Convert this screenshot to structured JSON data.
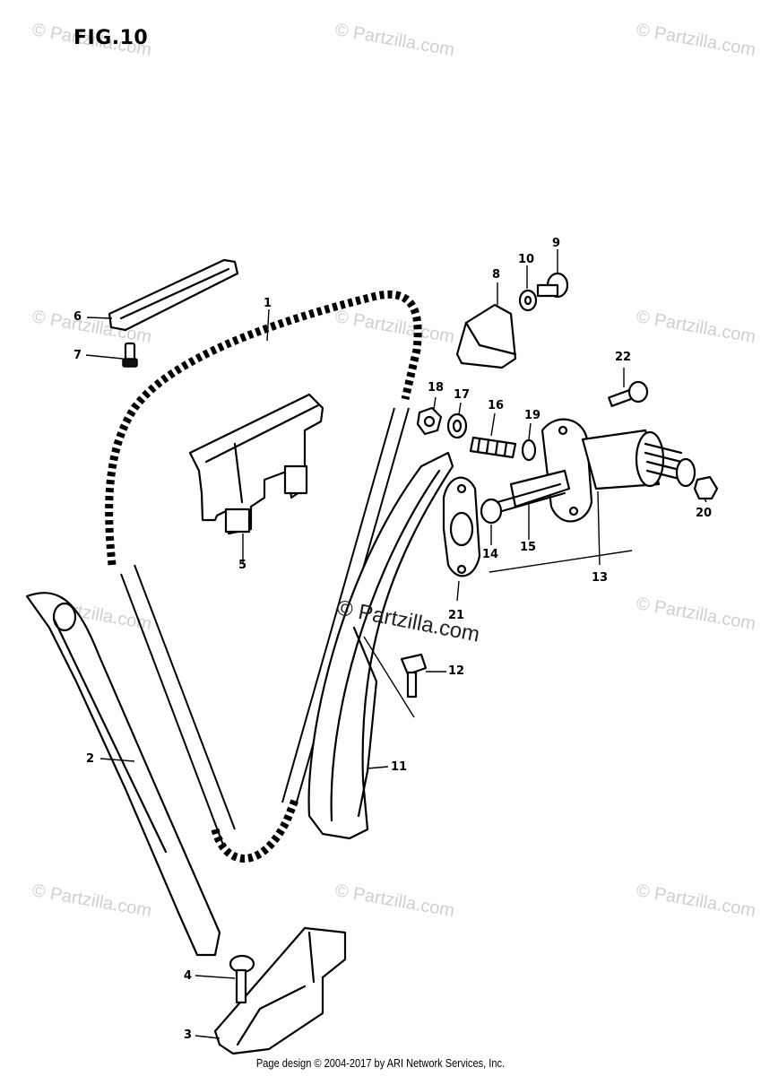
{
  "figure": {
    "title": "FIG.10"
  },
  "watermark": {
    "text": "© Partzilla.com",
    "center_text": "© Partzilla.com"
  },
  "callouts": {
    "p1": "1",
    "p2": "2",
    "p3": "3",
    "p4": "4",
    "p5": "5",
    "p6": "6",
    "p7": "7",
    "p8": "8",
    "p9": "9",
    "p10": "10",
    "p11": "11",
    "p12": "12",
    "p13": "13",
    "p14": "14",
    "p15": "15",
    "p16": "16",
    "p17": "17",
    "p18": "18",
    "p19": "19",
    "p20": "20",
    "p21": "21",
    "p22": "22"
  },
  "footer": {
    "text": "Page design © 2004-2017 by ARI Network Services, Inc."
  }
}
